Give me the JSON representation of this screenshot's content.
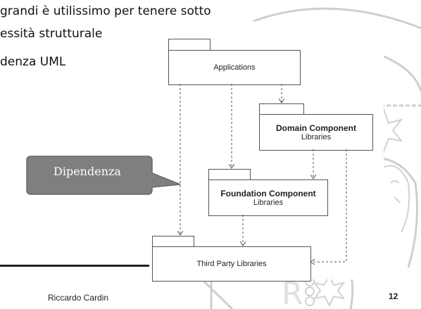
{
  "slide": {
    "bullets": [
      "grandi è utilissimo per tenere sotto",
      "essità strutturale",
      "denza UML"
    ],
    "callout": {
      "label": "Dipendenza"
    },
    "footer": {
      "author": "Riccardo Cardin",
      "page": "12"
    }
  },
  "diagram": {
    "packages": {
      "applications": {
        "title": "Applications"
      },
      "domain": {
        "title": "Domain Component",
        "subtitle": "Libraries"
      },
      "foundation": {
        "title": "Foundation Component",
        "subtitle": "Libraries"
      },
      "third_party": {
        "title": "Third Party Libraries"
      }
    }
  },
  "colors": {
    "callout_fill": "#7f7f7f",
    "watermark": "#c8c8c8",
    "package_border": "#555555",
    "dependency_line": "#555555"
  }
}
